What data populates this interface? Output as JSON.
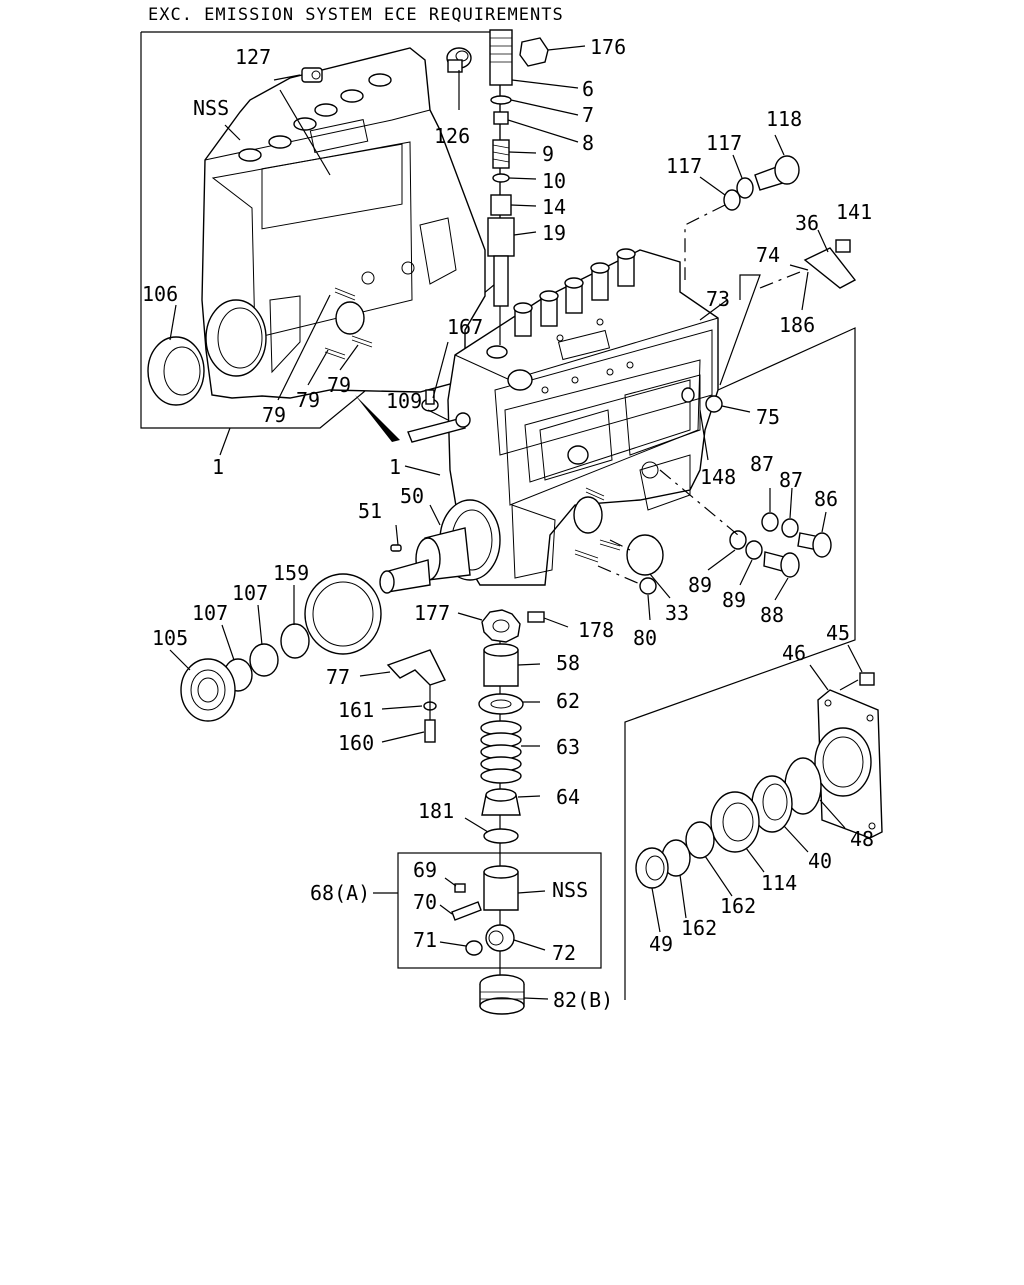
{
  "header": {
    "title": "EXC. EMISSION SYSTEM ECE REQUIREMENTS"
  },
  "callouts": {
    "p176": "176",
    "p6": "6",
    "p7": "7",
    "p8": "8",
    "p9": "9",
    "p10": "10",
    "p14": "14",
    "p19": "19",
    "p118": "118",
    "p117a": "117",
    "p117b": "117",
    "p36": "36",
    "p141": "141",
    "p74": "74",
    "p73": "73",
    "p186": "186",
    "p75": "75",
    "p148": "148",
    "p87a": "87",
    "p87b": "87",
    "p86": "86",
    "p89a": "89",
    "p89b": "89",
    "p88": "88",
    "p33": "33",
    "p80": "80",
    "p178": "178",
    "p177": "177",
    "p58": "58",
    "p62": "62",
    "p63": "63",
    "p64": "64",
    "p181": "181",
    "p69": "69",
    "p70": "70",
    "p71": "71",
    "p72": "72",
    "p68": "68(A)",
    "pnss2": "NSS",
    "p82": "82(B)",
    "p127": "127",
    "pnss1": "NSS",
    "p126": "126",
    "p106": "106",
    "p79a": "79",
    "p79b": "79",
    "p79c": "79",
    "p1a": "1",
    "p1b": "1",
    "p167": "167",
    "p109": "109",
    "p51": "51",
    "p50": "50",
    "p159": "159",
    "p107a": "107",
    "p107b": "107",
    "p105": "105",
    "p77": "77",
    "p161": "161",
    "p160": "160",
    "p45": "45",
    "p46": "46",
    "p48": "48",
    "p40": "40",
    "p114": "114",
    "p162a": "162",
    "p162b": "162",
    "p49": "49"
  }
}
